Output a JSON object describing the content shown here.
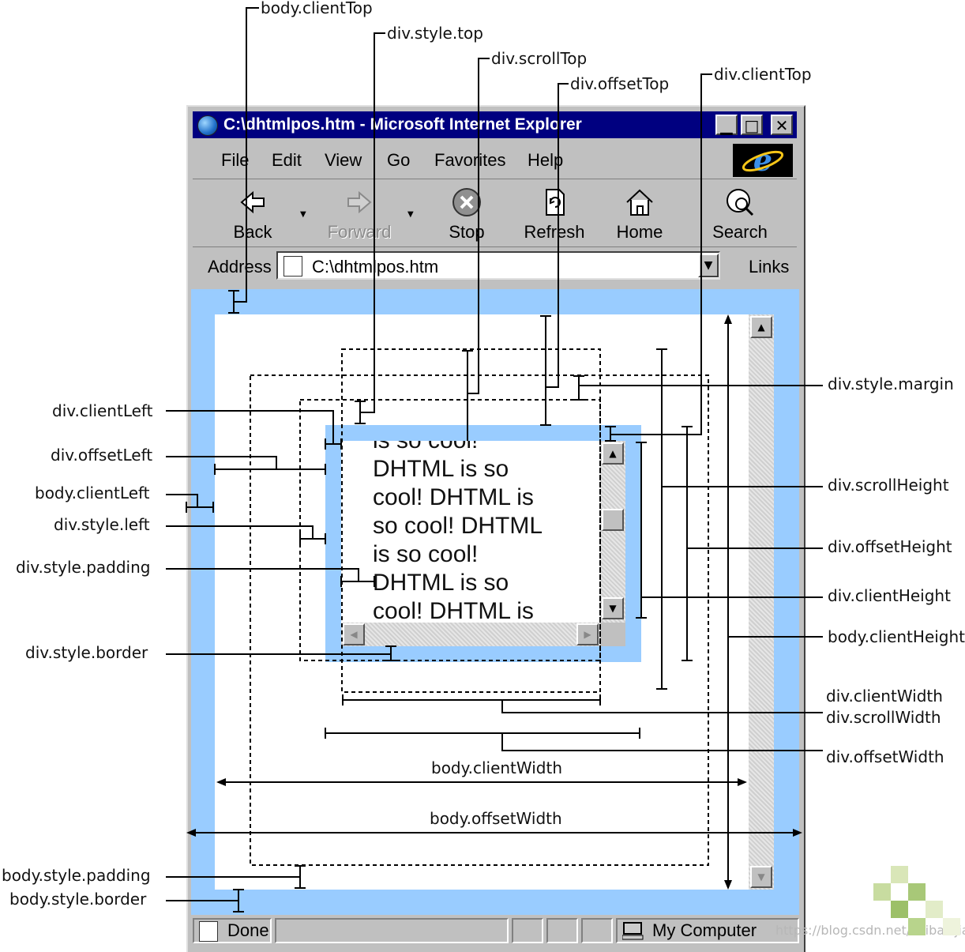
{
  "window": {
    "title": "C:\\dhtmlpos.htm - Microsoft Internet Explorer",
    "minimize": "▁",
    "maximize": "□",
    "close": "✕"
  },
  "menu": [
    "File",
    "Edit",
    "View",
    "Go",
    "Favorites",
    "Help"
  ],
  "toolbar": [
    {
      "label": "Back",
      "icon": "back-arrow-icon"
    },
    {
      "label": "Forward",
      "icon": "forward-arrow-icon",
      "disabled": true
    },
    {
      "label": "Stop",
      "icon": "stop-icon"
    },
    {
      "label": "Refresh",
      "icon": "refresh-icon"
    },
    {
      "label": "Home",
      "icon": "home-icon"
    },
    {
      "label": "Search",
      "icon": "search-icon"
    }
  ],
  "address": {
    "label": "Address",
    "value": "C:\\dhtmlpos.htm",
    "links": "Links"
  },
  "div_content": [
    "is so cool!",
    "DHTML is so",
    "cool! DHTML is",
    "so cool! DHTML",
    "is so cool!",
    "DHTML is so",
    "cool! DHTML is"
  ],
  "status": {
    "text": "Done",
    "zone": "My Computer"
  },
  "watermark": "https://blog.csdn.net/shibazijiang",
  "labels": {
    "body_clientTop": "body.clientTop",
    "div_style_top": "div.style.top",
    "div_scrollTop": "div.scrollTop",
    "div_offsetTop": "div.offsetTop",
    "div_clientTop": "div.clientTop",
    "div_style_margin": "div.style.margin",
    "div_clientLeft": "div.clientLeft",
    "div_offsetLeft": "div.offsetLeft",
    "body_clientLeft": "body.clientLeft",
    "div_style_left": "div.style.left",
    "div_style_padding": "div.style.padding",
    "div_style_border": "div.style.border",
    "div_scrollHeight": "div.scrollHeight",
    "div_offsetHeight": "div.offsetHeight",
    "div_clientHeight": "div.clientHeight",
    "body_clientHeight": "body.clientHeight",
    "div_clientWidth": "div.clientWidth",
    "div_scrollWidth": "div.scrollWidth",
    "div_offsetWidth": "div.offsetWidth",
    "body_clientWidth": "body.clientWidth",
    "body_offsetWidth": "body.offsetWidth",
    "body_style_padding": "body.style.padding",
    "body_style_border": "body.style.border"
  }
}
